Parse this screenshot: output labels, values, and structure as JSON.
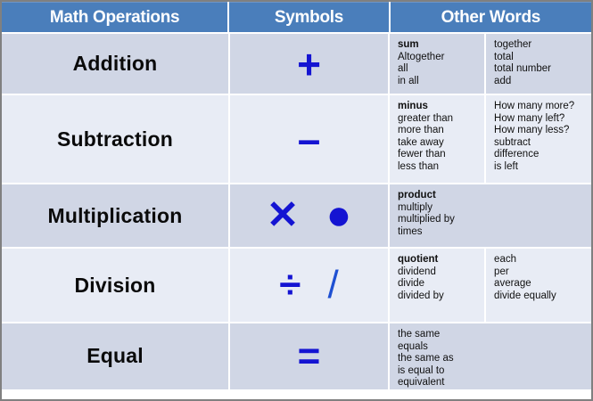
{
  "header": {
    "columns": [
      {
        "label": "Math Operations"
      },
      {
        "label": "Symbols"
      },
      {
        "label": "Other Words"
      }
    ]
  },
  "colors": {
    "header_blue": "#4a7ebb",
    "header_text": "#ffffff",
    "row_shade_dark": "#d0d6e5",
    "row_shade_light": "#e8ecf5",
    "symbol_blue": "#1414d2",
    "slash_blue": "#1e50d2",
    "border_gray": "#808080",
    "grid_white": "#ffffff",
    "body_text": "#101010"
  },
  "rows": [
    {
      "operation": "Addition",
      "shade": "dark",
      "symbols": [
        {
          "glyph": "+",
          "name": "plus-symbol"
        }
      ],
      "words_left": [
        {
          "text": "sum",
          "bold": true
        },
        {
          "text": "Altogether",
          "bold": false
        },
        {
          "text": "all",
          "bold": false
        },
        {
          "text": "in all",
          "bold": false
        }
      ],
      "words_right": [
        {
          "text": "together",
          "bold": false
        },
        {
          "text": "total",
          "bold": false
        },
        {
          "text": "total number",
          "bold": false
        },
        {
          "text": "add",
          "bold": false
        }
      ],
      "has_divider": true
    },
    {
      "operation": "Subtraction",
      "shade": "light",
      "symbols": [
        {
          "glyph": "–",
          "name": "minus-symbol"
        }
      ],
      "words_left": [
        {
          "text": "minus",
          "bold": true
        },
        {
          "text": "greater than",
          "bold": false
        },
        {
          "text": "more than",
          "bold": false
        },
        {
          "text": "take away",
          "bold": false
        },
        {
          "text": "fewer than",
          "bold": false
        },
        {
          "text": "less than",
          "bold": false
        }
      ],
      "words_right": [
        {
          "text": "How many more?",
          "bold": false
        },
        {
          "text": "How many left?",
          "bold": false
        },
        {
          "text": "How many less?",
          "bold": false
        },
        {
          "text": "subtract",
          "bold": false
        },
        {
          "text": "difference",
          "bold": false
        },
        {
          "text": "is left",
          "bold": false
        }
      ],
      "has_divider": true
    },
    {
      "operation": "Multiplication",
      "shade": "dark",
      "symbols": [
        {
          "glyph": "✕",
          "name": "times-symbol"
        },
        {
          "glyph": "●",
          "name": "dot-multiply-symbol"
        }
      ],
      "words_left": [
        {
          "text": "product",
          "bold": true
        },
        {
          "text": "multiply",
          "bold": false
        },
        {
          "text": "multiplied by",
          "bold": false
        },
        {
          "text": "times",
          "bold": false
        }
      ],
      "words_right": [],
      "has_divider": false
    },
    {
      "operation": "Division",
      "shade": "light",
      "symbols": [
        {
          "glyph": "÷",
          "name": "divide-symbol"
        },
        {
          "glyph": "/",
          "name": "slash-divide-symbol"
        }
      ],
      "words_left": [
        {
          "text": "quotient",
          "bold": true
        },
        {
          "text": "dividend",
          "bold": false
        },
        {
          "text": "divide",
          "bold": false
        },
        {
          "text": "divided by",
          "bold": false
        }
      ],
      "words_right": [
        {
          "text": "each",
          "bold": false
        },
        {
          "text": "per",
          "bold": false
        },
        {
          "text": "average",
          "bold": false
        },
        {
          "text": "divide equally",
          "bold": false
        }
      ],
      "has_divider": true
    },
    {
      "operation": "Equal",
      "shade": "dark",
      "symbols": [
        {
          "glyph": "=",
          "name": "equals-symbol"
        }
      ],
      "words_left": [
        {
          "text": "the same",
          "bold": false
        },
        {
          "text": "equals",
          "bold": false
        },
        {
          "text": "the same as",
          "bold": false
        },
        {
          "text": "is equal to",
          "bold": false
        },
        {
          "text": "equivalent",
          "bold": false
        }
      ],
      "words_right": [],
      "has_divider": false
    }
  ]
}
